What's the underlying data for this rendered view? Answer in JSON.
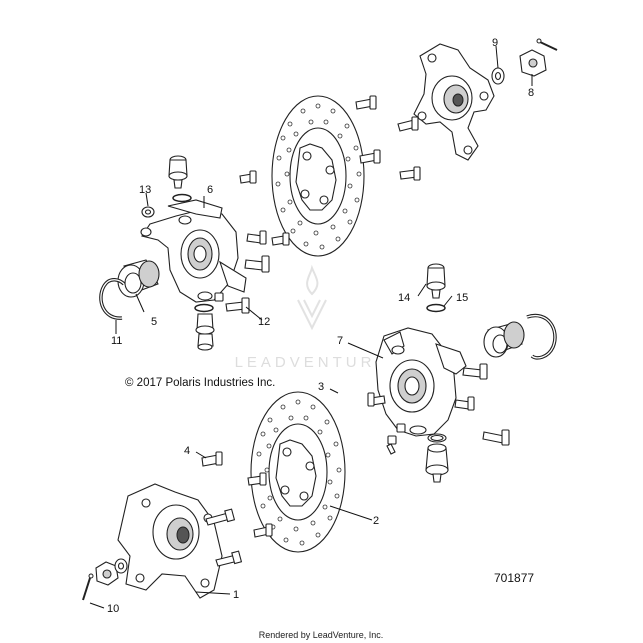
{
  "callouts": [
    "1",
    "2",
    "3",
    "4",
    "5",
    "6",
    "7",
    "8",
    "9",
    "10",
    "11",
    "12",
    "13",
    "14",
    "15"
  ],
  "copyright": "© 2017 Polaris Industries Inc.",
  "part_number": "701877",
  "watermark": "LEADVENTURE",
  "footer": "Rendered by LeadVenture, Inc."
}
